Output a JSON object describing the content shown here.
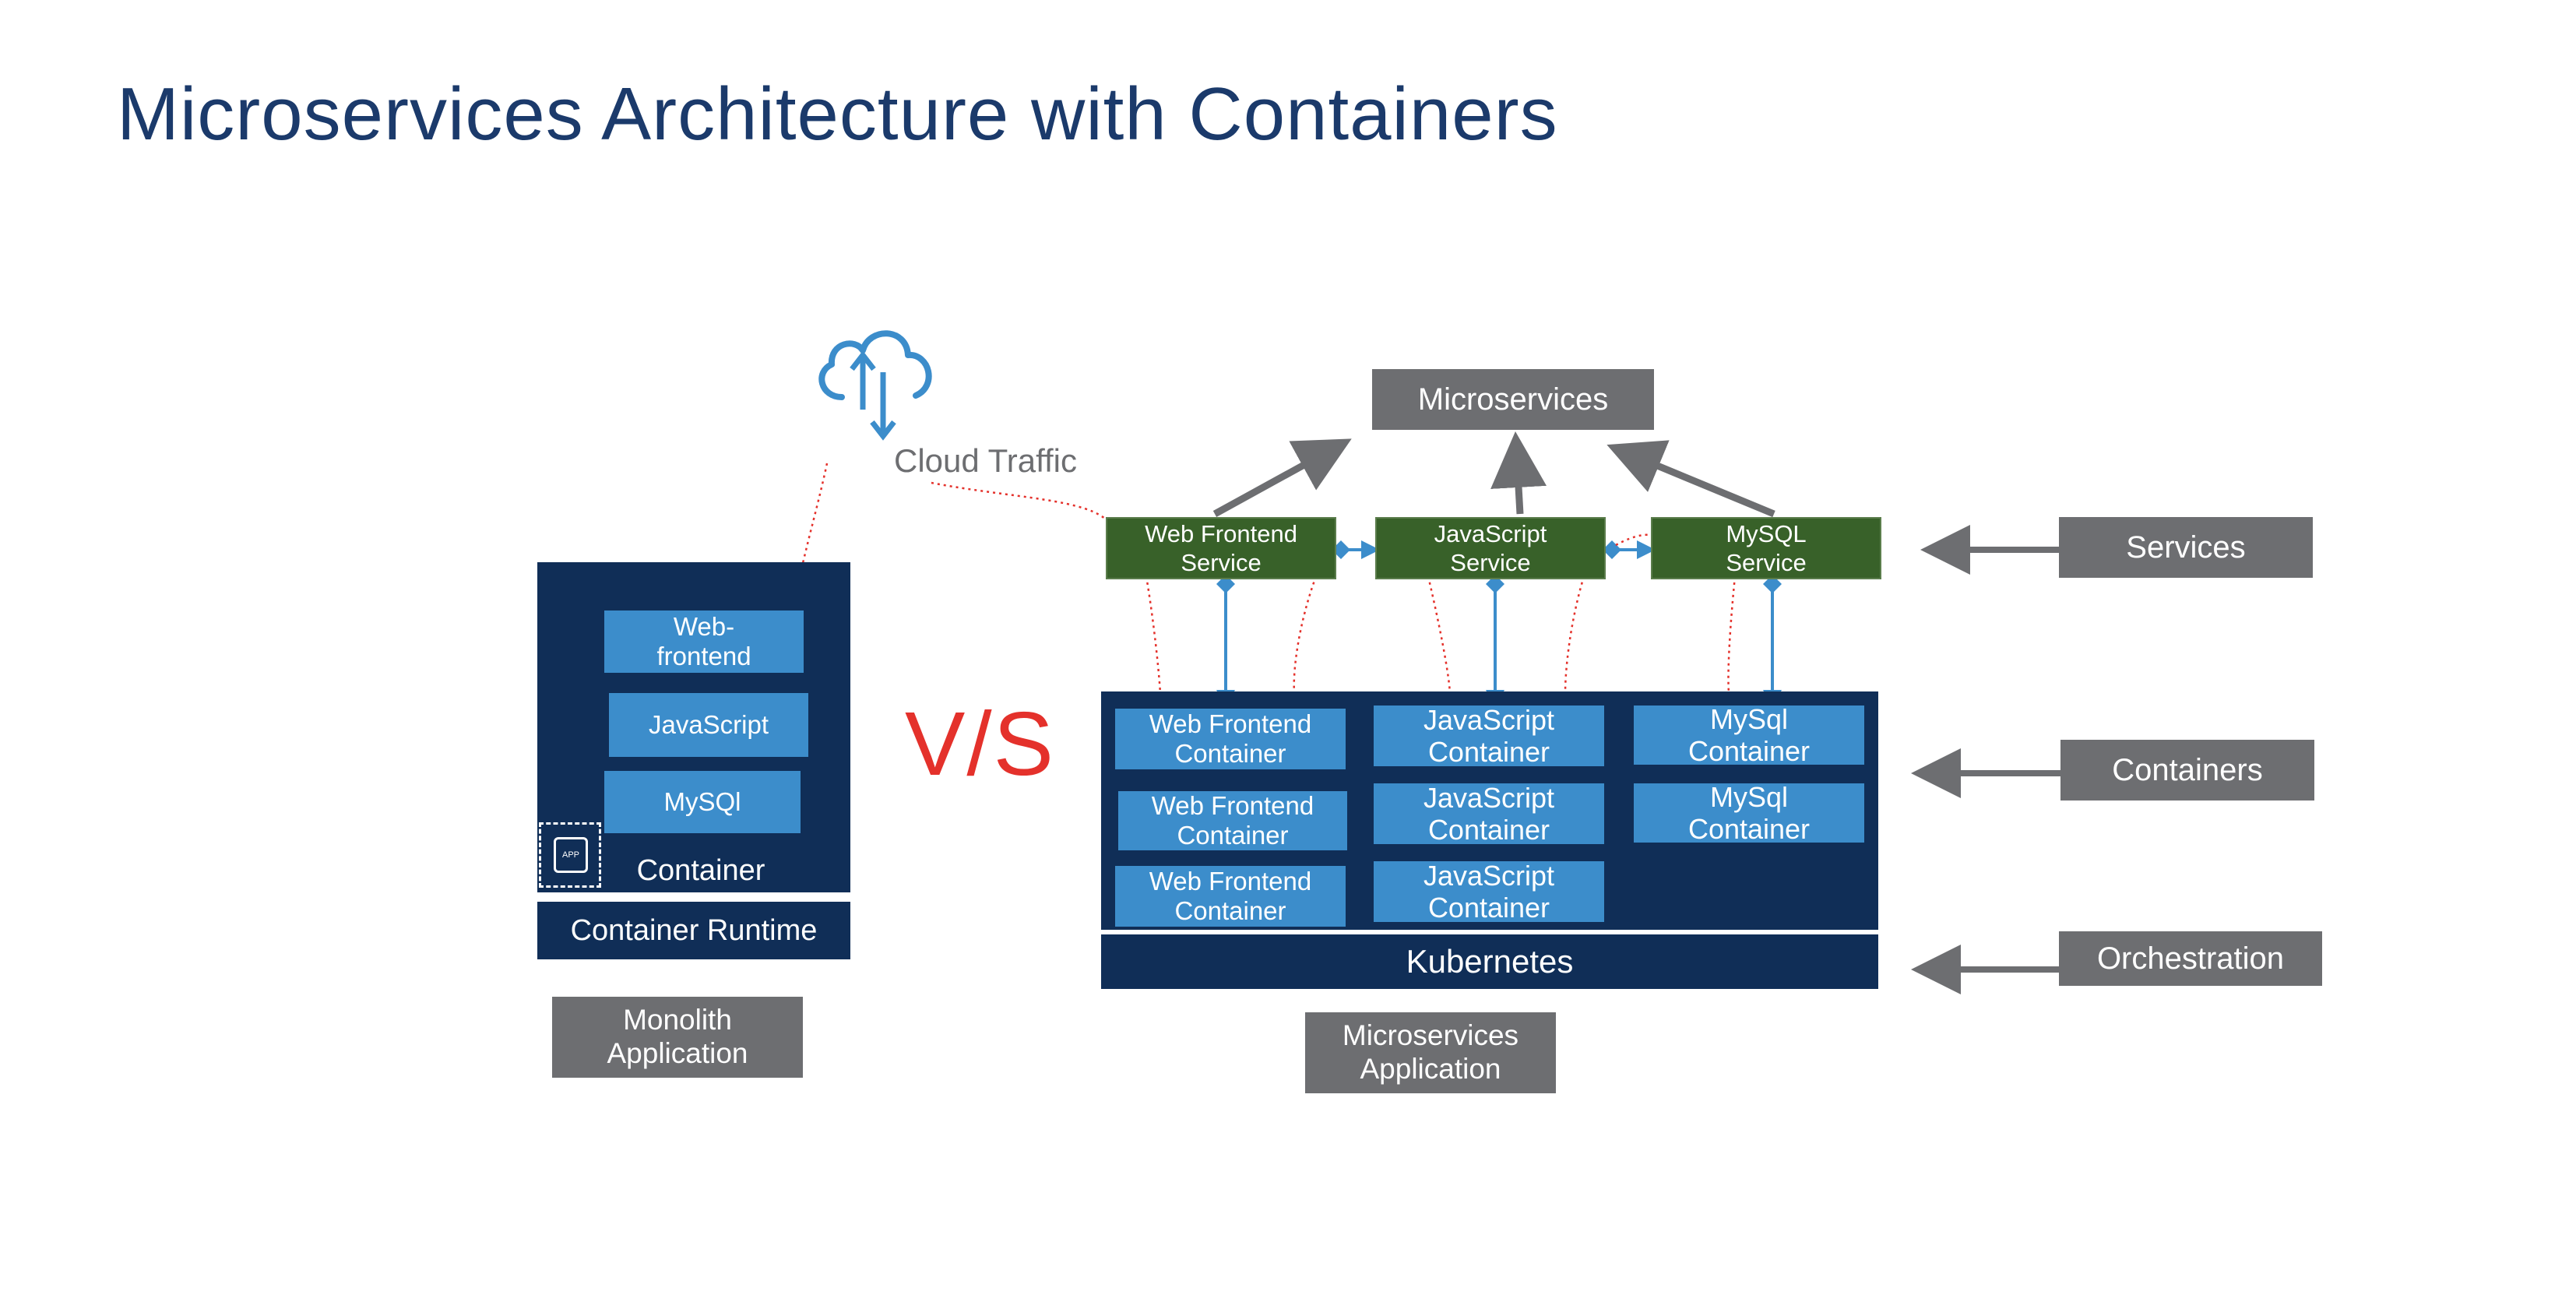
{
  "title": "Microservices Architecture with Containers",
  "vs_label": "V/S",
  "cloud": {
    "label": "Cloud Traffic",
    "icon": "cloud-upload-download-icon"
  },
  "monolith": {
    "components": [
      "Web-\nfrontend",
      "JavaScript",
      "MySQl"
    ],
    "container_label": "Container",
    "app_icon_label": "APP",
    "runtime_label": "Container Runtime",
    "caption": "Monolith\nApplication"
  },
  "microservices": {
    "top_label": "Microservices",
    "services": [
      "Web Frontend\nService",
      "JavaScript\nService",
      "MySQL\nService"
    ],
    "containers": {
      "col1": [
        "Web Frontend\nContainer",
        "Web Frontend\nContainer",
        "Web Frontend\nContainer"
      ],
      "col2": [
        "JavaScript\nContainer",
        "JavaScript\nContainer",
        "JavaScript\nContainer"
      ],
      "col3": [
        "MySql\nContainer",
        "MySql\nContainer"
      ]
    },
    "orchestrator_label": "Kubernetes",
    "caption": "Microservices\nApplication"
  },
  "legend": {
    "services": "Services",
    "containers": "Containers",
    "orchestration": "Orchestration"
  },
  "colors": {
    "title": "#1b3a6b",
    "navy": "#102e57",
    "blue": "#3c8dcb",
    "green": "#386129",
    "gray": "#6d6e71",
    "red": "#e4312b"
  }
}
